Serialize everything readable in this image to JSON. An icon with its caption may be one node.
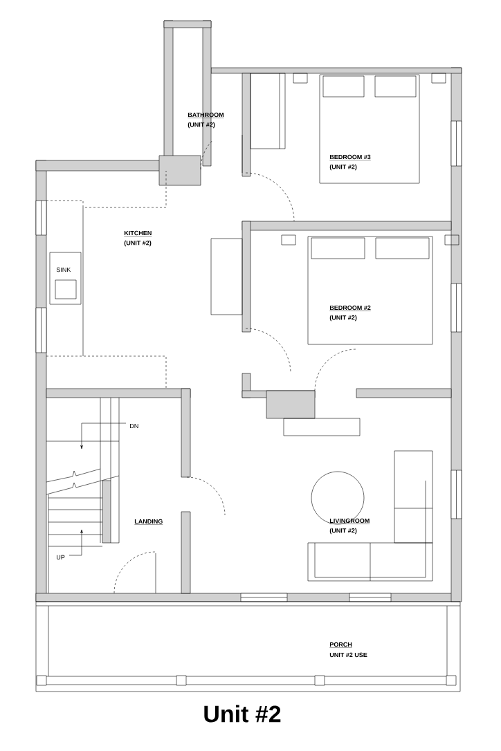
{
  "diagram": {
    "title": "Unit #2",
    "labels": [
      "BATHROOM",
      "(UNIT #2)",
      "BEDROOM #3",
      "(UNIT #2)",
      "KITCHEN",
      "(UNIT #2)",
      "SINK",
      "BEDROOM #2",
      "(UNIT #2)",
      "DN",
      "LANDING",
      "UP",
      "LIVINGROOM",
      "(UNIT #2)",
      "PORCH",
      "UNIT #2 USE"
    ]
  }
}
